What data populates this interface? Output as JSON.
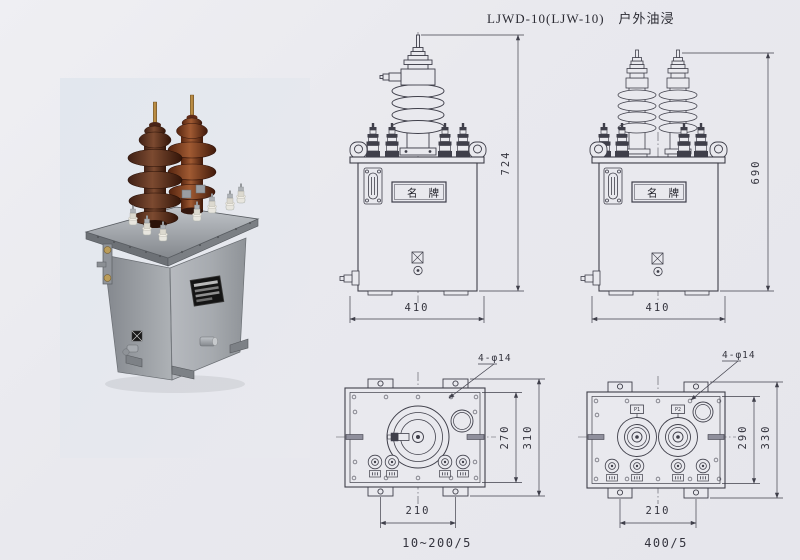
{
  "page": {
    "title": "LJWD-10(LJW-10)　户外油浸"
  },
  "colors": {
    "line": "#3f3f4a",
    "paper": "#e9e9ee",
    "insulator_brown": "#6b4030",
    "insulator_red": "#8a4a2e",
    "tank_grey": "#a3a7ac"
  },
  "drawings": {
    "front_single": {
      "nameplate": "名牌",
      "height": "724",
      "width": "410"
    },
    "front_double": {
      "nameplate": "名牌",
      "height": "690",
      "width": "410"
    },
    "top_single": {
      "note": "4-φ14",
      "inner": "270",
      "outer": "310",
      "span": "210",
      "ratio": "10~200/5"
    },
    "top_double": {
      "note": "4-φ14",
      "inner": "290",
      "outer": "330",
      "span": "210",
      "ratio": "400/5",
      "terminals": [
        "P1",
        "P2"
      ]
    }
  }
}
